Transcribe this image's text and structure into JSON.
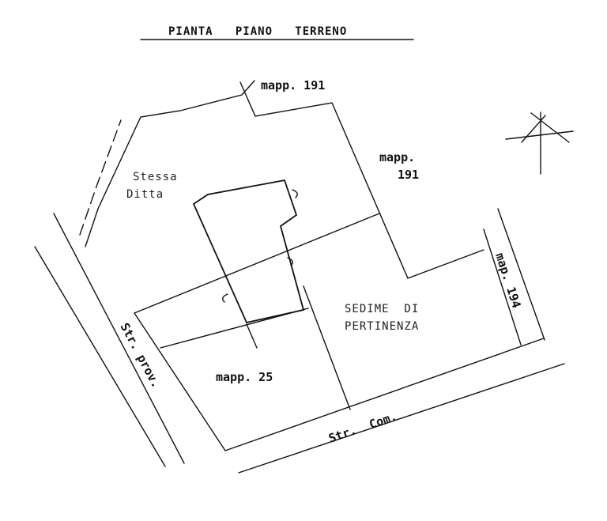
{
  "title": "PIANTA   PIANO   TERRENO",
  "labels": {
    "mapp191_top": "mapp. 191",
    "mapp191_right_line1": "mapp.",
    "mapp191_right_line2": "191",
    "stessa_line1": "Stessa",
    "stessa_line2": "Ditta",
    "sedime_line1": "SEDIME  DI",
    "sedime_line2": "PERTINENZA",
    "mapp25": "mapp. 25",
    "map194": "map. 194",
    "str_prov": "Str. prov.",
    "str_com": "Str.  Com."
  }
}
